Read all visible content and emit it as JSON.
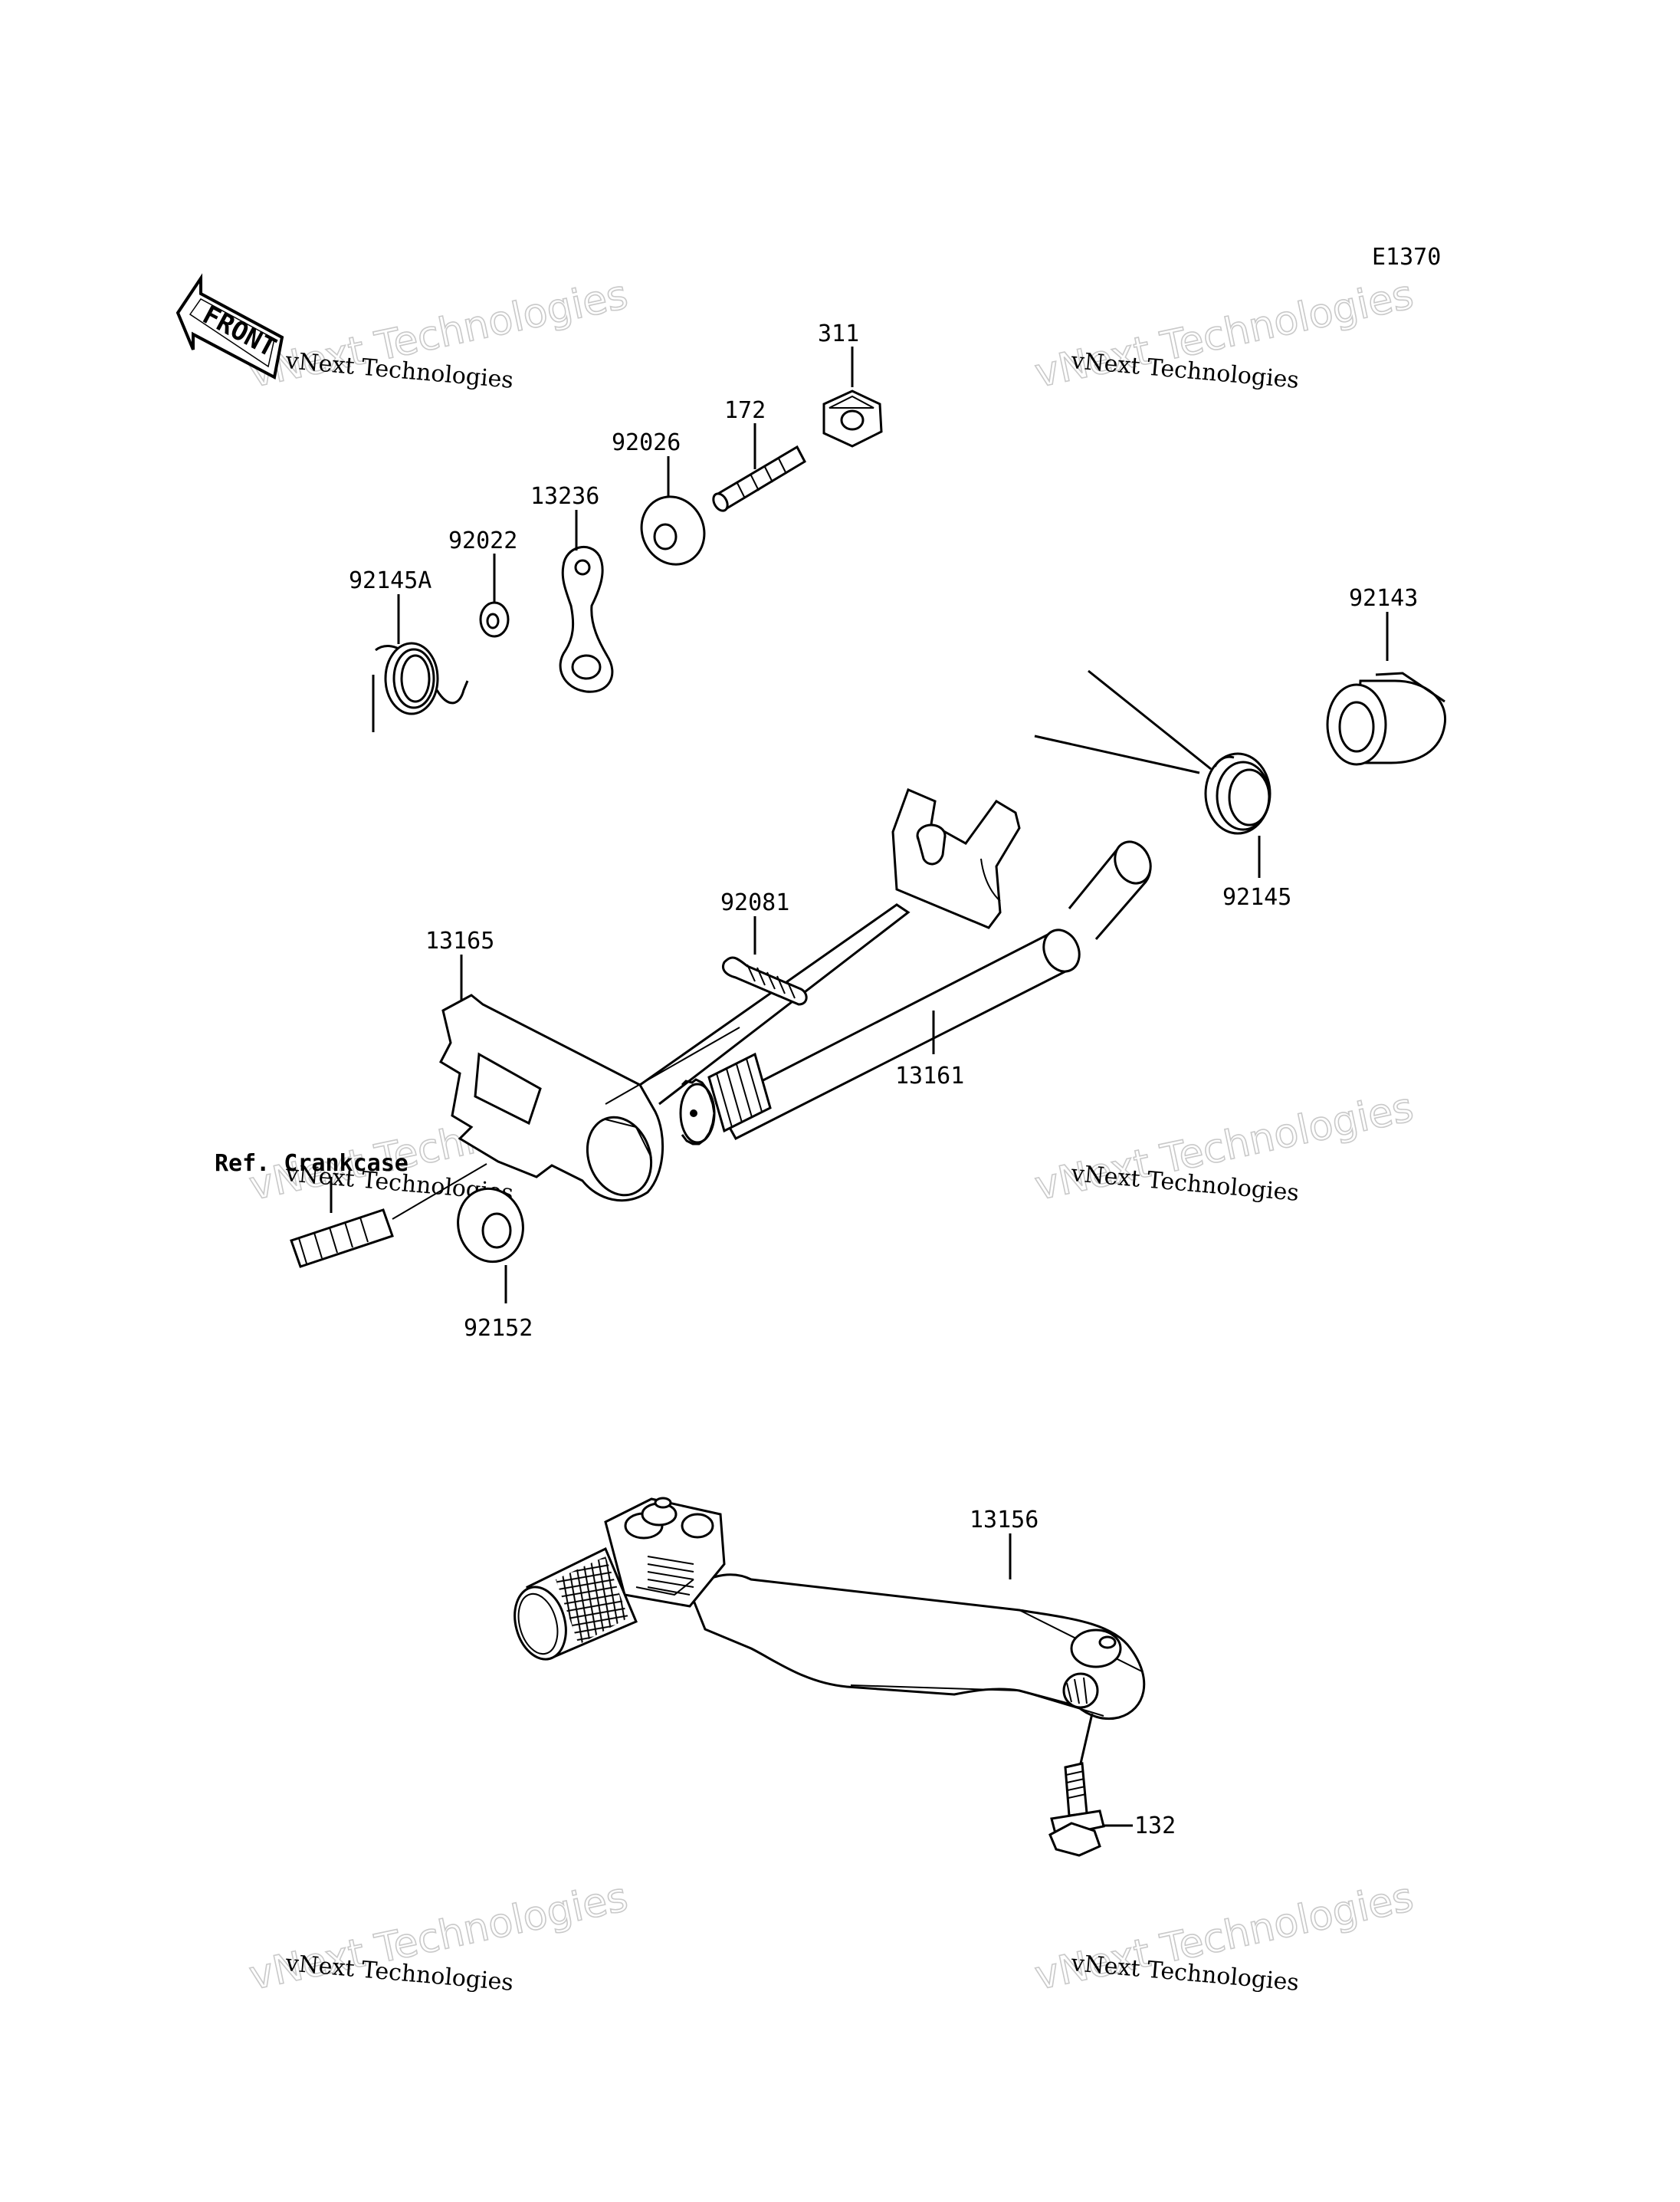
{
  "diagram_code": "E1370",
  "front_arrow": {
    "text": "FRONT",
    "icon": "front-arrow-icon"
  },
  "reference_label": "Ref. Crankcase",
  "watermark": {
    "line1": "vNext Technologies",
    "line2": "vNext Technologies"
  },
  "parts": [
    {
      "id": "311",
      "label": "311"
    },
    {
      "id": "172",
      "label": "172"
    },
    {
      "id": "92026",
      "label": "92026"
    },
    {
      "id": "13236",
      "label": "13236"
    },
    {
      "id": "92022",
      "label": "92022"
    },
    {
      "id": "92145A",
      "label": "92145A"
    },
    {
      "id": "92143",
      "label": "92143"
    },
    {
      "id": "92145",
      "label": "92145"
    },
    {
      "id": "92081",
      "label": "92081"
    },
    {
      "id": "13165",
      "label": "13165"
    },
    {
      "id": "13161",
      "label": "13161"
    },
    {
      "id": "92152",
      "label": "92152"
    },
    {
      "id": "13156",
      "label": "13156"
    },
    {
      "id": "132",
      "label": "132"
    }
  ]
}
